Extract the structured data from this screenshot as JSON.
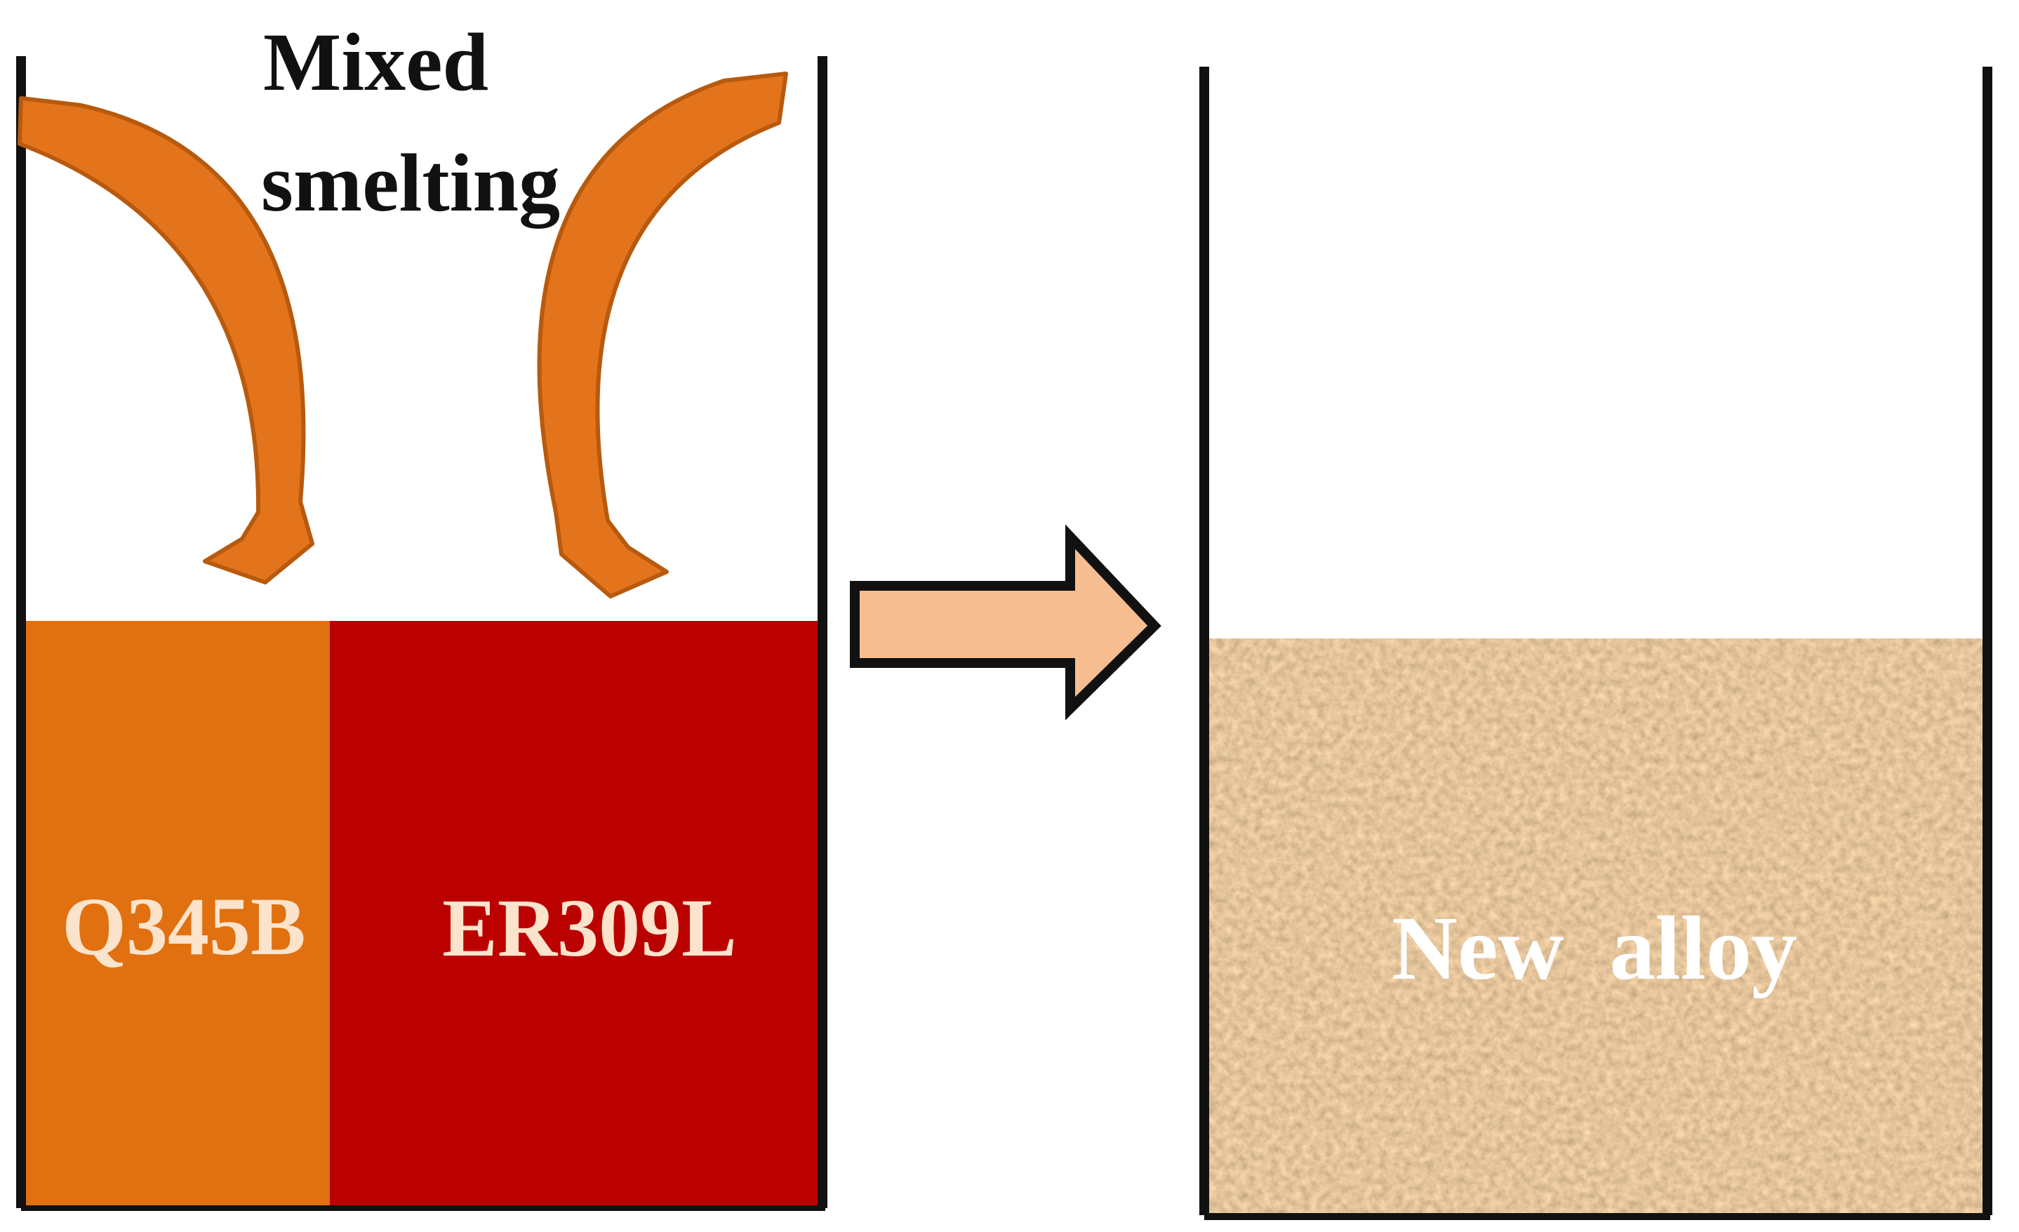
{
  "caption": {
    "line1": "Mixed",
    "line2": "smelting"
  },
  "materials": {
    "left": "Q345B",
    "right": "ER309L"
  },
  "result": {
    "label": "New  alloy"
  },
  "colors": {
    "q345b_fill": "#E07010",
    "er309l_fill": "#BB0000",
    "curved_arrow": "#E4741C",
    "curved_arrow_edge": "#B85A0E",
    "process_arrow_fill": "#F6BE90",
    "alloy_base": "#B88658",
    "alloy_text": "#FFFFFF",
    "line": "#111111"
  },
  "icons": {
    "pour_left": "curved-arrow-down-right",
    "pour_right": "curved-arrow-down-left",
    "process": "right-block-arrow"
  }
}
